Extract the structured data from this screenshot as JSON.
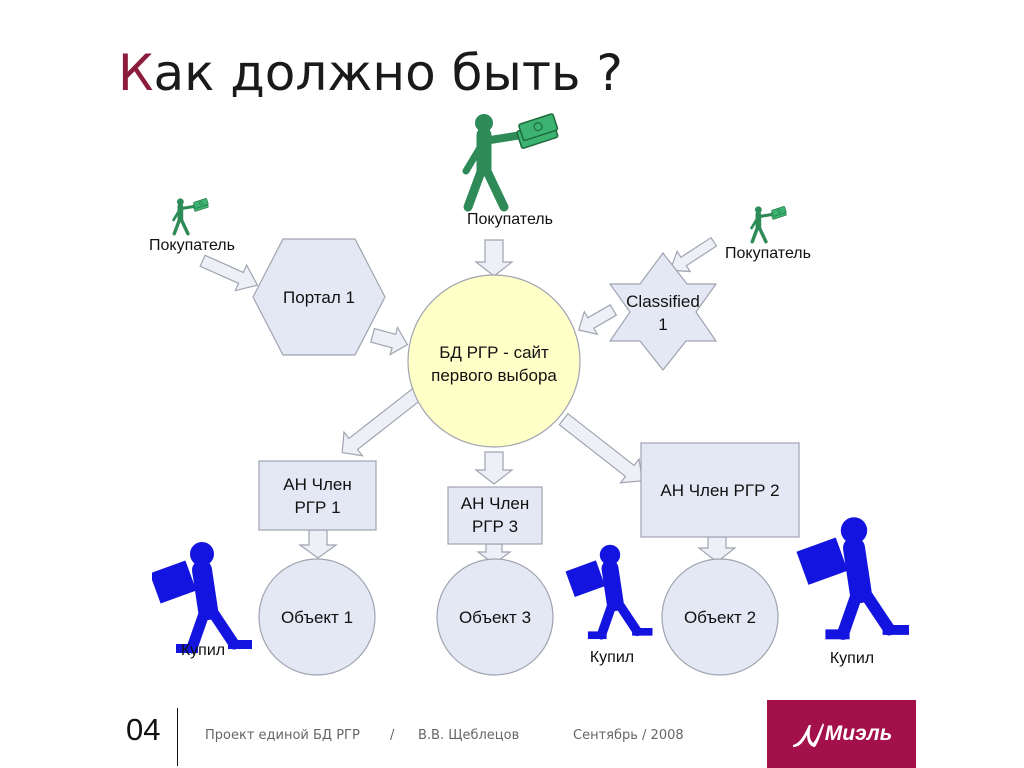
{
  "slide": {
    "title_first": "К",
    "title_rest": "ак должно быть ?"
  },
  "diagram": {
    "center_label_line1": "БД РГР - сайт",
    "center_label_line2": "первого выбора",
    "portal_label": "Портал 1",
    "classified_line1": "Classified",
    "classified_line2": "1",
    "buyer_top": "Покупатель",
    "buyer_left": "Покупатель",
    "buyer_right": "Покупатель",
    "agency1_line1": "АН Член",
    "agency1_line2": "РГР 1",
    "agency3_line1": "АН Член",
    "agency3_line2": "РГР 3",
    "agency2": "АН Член РГР 2",
    "object1": "Объект 1",
    "object3": "Объект 3",
    "object2": "Объект 2",
    "bought_left": "Купил",
    "bought_middle": "Купил",
    "bought_right": "Купил"
  },
  "footer": {
    "page_number": "04",
    "project": "Проект единой БД РГР",
    "separator": "/",
    "author": "В.В. Щеблецов",
    "date": "Сентябрь / 2008",
    "logo_text": "Миэль"
  },
  "colors": {
    "title_accent": "#8c1c3c",
    "buyer_green": "#2e8b57",
    "cash_green": "#3cb371",
    "carrier_blue": "#1414e0",
    "center_fill": "#ffffc8",
    "node_fill": "#e4e8f4",
    "logo_bg": "#a4104a"
  },
  "icons": [
    "buyer-with-money-icon",
    "carrier-with-box-icon",
    "mial-logo"
  ]
}
